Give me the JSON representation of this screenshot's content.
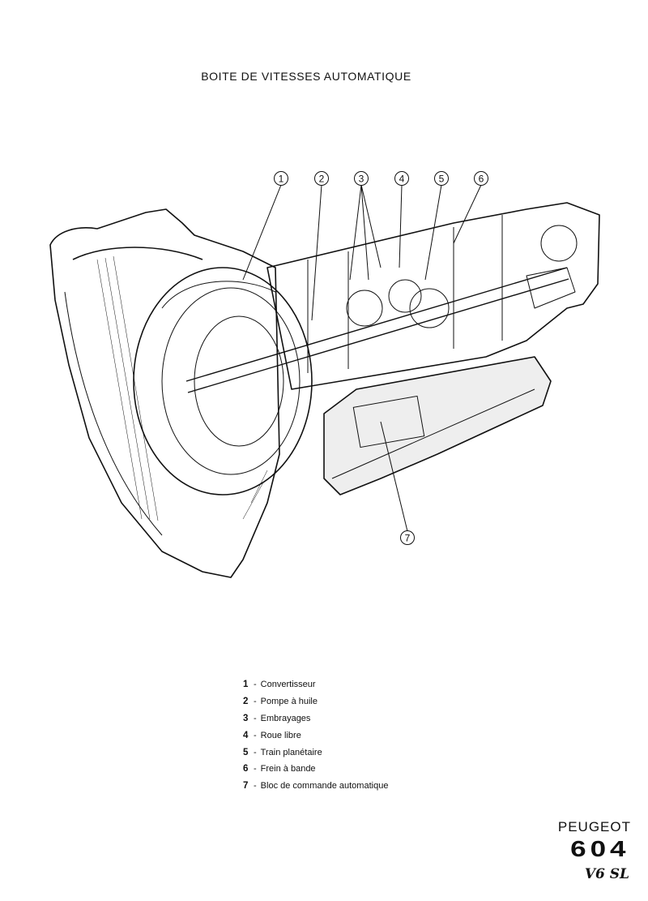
{
  "title": "BOITE DE VITESSES AUTOMATIQUE",
  "callouts": [
    {
      "label": "1"
    },
    {
      "label": "2"
    },
    {
      "label": "3"
    },
    {
      "label": "4"
    },
    {
      "label": "5"
    },
    {
      "label": "6"
    },
    {
      "label": "7"
    }
  ],
  "legend": [
    {
      "num": "1",
      "sep": "-",
      "text": "Convertisseur"
    },
    {
      "num": "2",
      "sep": "-",
      "text": "Pompe à huile"
    },
    {
      "num": "3",
      "sep": "-",
      "text": "Embrayages"
    },
    {
      "num": "4",
      "sep": "-",
      "text": "Roue libre"
    },
    {
      "num": "5",
      "sep": "-",
      "text": "Train planétaire"
    },
    {
      "num": "6",
      "sep": "-",
      "text": "Frein à bande"
    },
    {
      "num": "7",
      "sep": "-",
      "text": "Bloc de commande automatique"
    }
  ],
  "brand": {
    "name": "PEUGEOT",
    "model": "604",
    "version": "V6 SL"
  },
  "colors": {
    "ink": "#111111",
    "paper": "#ffffff"
  }
}
